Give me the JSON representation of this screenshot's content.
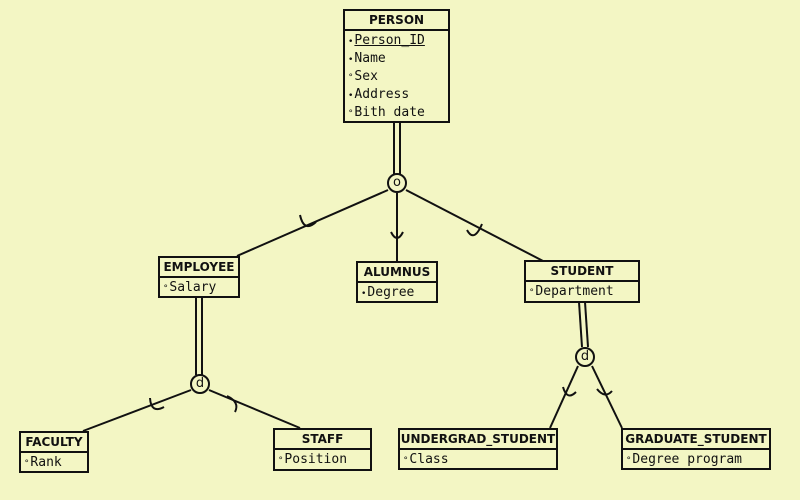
{
  "entities": {
    "person": {
      "name": "PERSON",
      "attributes": [
        {
          "mark": "•",
          "text": "Person_ID",
          "key": true
        },
        {
          "mark": "•",
          "text": "Name"
        },
        {
          "mark": "°",
          "text": "Sex"
        },
        {
          "mark": "•",
          "text": "Address"
        },
        {
          "mark": "°",
          "text": "Bith date"
        }
      ]
    },
    "employee": {
      "name": "EMPLOYEE",
      "attributes": [
        {
          "mark": "°",
          "text": "Salary"
        }
      ]
    },
    "alumnus": {
      "name": "ALUMNUS",
      "attributes": [
        {
          "mark": "•",
          "text": "Degree"
        }
      ]
    },
    "student": {
      "name": "STUDENT",
      "attributes": [
        {
          "mark": "°",
          "text": "Department"
        }
      ]
    },
    "faculty": {
      "name": "FACULTY",
      "attributes": [
        {
          "mark": "°",
          "text": "Rank"
        }
      ]
    },
    "staff": {
      "name": "STAFF",
      "attributes": [
        {
          "mark": "°",
          "text": "Position"
        }
      ]
    },
    "undergrad": {
      "name": "UNDERGRAD_STUDENT",
      "attributes": [
        {
          "mark": "°",
          "text": "Class"
        }
      ]
    },
    "graduate": {
      "name": "GRADUATE_STUDENT",
      "attributes": [
        {
          "mark": "°",
          "text": "Degree program"
        }
      ]
    }
  },
  "specializations": {
    "person": {
      "symbol": "o",
      "superclass": "PERSON",
      "subclasses": [
        "EMPLOYEE",
        "ALUMNUS",
        "STUDENT"
      ],
      "participation": "total"
    },
    "employee": {
      "symbol": "d",
      "superclass": "EMPLOYEE",
      "subclasses": [
        "FACULTY",
        "STAFF"
      ],
      "participation": "total"
    },
    "student": {
      "symbol": "d",
      "superclass": "STUDENT",
      "subclasses": [
        "UNDERGRAD_STUDENT",
        "GRADUATE_STUDENT"
      ],
      "participation": "total"
    }
  },
  "colors": {
    "background": "#f3f6c4",
    "line": "#111111"
  }
}
